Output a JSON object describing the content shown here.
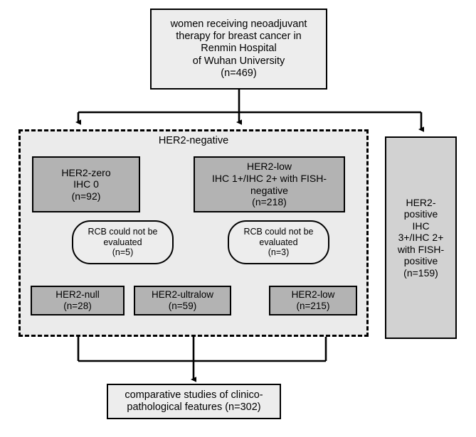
{
  "diagram": {
    "title": "CONSORT-style patient flow diagram",
    "colors": {
      "light_box_fill": "#ededed",
      "mid_box_fill": "#b3b3b3",
      "right_box_fill": "#d2d2d2",
      "group_fill": "#ebebeb",
      "stroke": "#000000",
      "page_background": "#ffffff"
    },
    "nodes": {
      "source_cohort": {
        "label": "women receiving neoadjuvant\ntherapy for breast cancer in\nRenmin Hospital\nof  Wuhan University\n(n=469)",
        "n": 469
      },
      "her2_negative_group": {
        "label": "HER2-negative"
      },
      "her2_zero": {
        "label": "HER2-zero\nIHC 0\n(n=92)",
        "n": 92
      },
      "her2_low": {
        "label": "HER2-low\nIHC 1+/IHC 2+ with FISH-\nnegative\n(n=218)",
        "n": 218
      },
      "rcb_excluded_zero": {
        "label": "RCB could not be\nevaluated\n(n=5)",
        "n": 5
      },
      "rcb_excluded_low": {
        "label": "RCB could not be\nevaluated\n(n=3)",
        "n": 3
      },
      "her2_null": {
        "label": "HER2-null\n(n=28)",
        "n": 28
      },
      "her2_ultralow": {
        "label": "HER2-ultralow\n(n=59)",
        "n": 59
      },
      "her2_low_result": {
        "label": "HER2-low\n(n=215)",
        "n": 215
      },
      "her2_positive": {
        "label": "HER2-\npositive\nIHC\n3+/IHC 2+\nwith FISH-\npositive\n(n=159)",
        "n": 159
      },
      "comparative_studies": {
        "label": "comparative studies of clinico-\npathological features  (n=302)",
        "n": 302
      }
    }
  }
}
